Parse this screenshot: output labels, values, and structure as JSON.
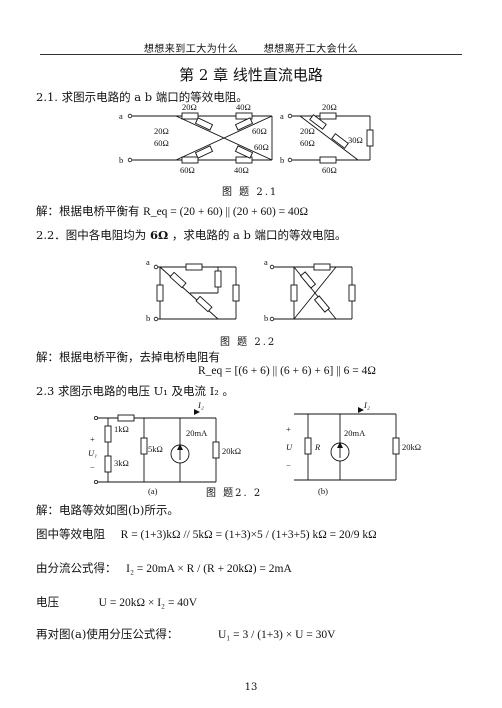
{
  "header": {
    "left": "想想来到工大为什么",
    "right": "想想离开工大会什么"
  },
  "chapter_title": "第 2 章  线性直流电路",
  "p21": {
    "question": "2.1. 求图示电路的 a b 端口的等效电阻。",
    "caption": "图 题 2.1",
    "fig": {
      "a": "a",
      "b": "b",
      "r20a": "20Ω",
      "r40a": "40Ω",
      "r20b": "20Ω",
      "r60a": "60Ω",
      "r80": "60Ω",
      "r60b": "60Ω",
      "r60c": "60Ω",
      "r40b": "40Ω",
      "s20a": "20Ω",
      "s20b": "20Ω",
      "s60a": "60Ω",
      "s30": "30Ω",
      "s60b": "60Ω"
    },
    "answer_prefix": "解：根据电桥平衡有",
    "answer_formula": "R_eq = (20 + 60) || (20 + 60) = 40Ω"
  },
  "p22": {
    "question_pre": "2.2．图中各电阻均为",
    "question_value": "6Ω",
    "question_post": "，求电路的 a b 端口的等效电阻。",
    "caption": "图 题 2.2",
    "a": "a",
    "b": "b",
    "answer_text": "解：根据电桥平衡，去掉电桥电阻有",
    "answer_formula": "R_eq = [(6 + 6) || (6 + 6) + 6] || 6 = 4Ω"
  },
  "p23": {
    "question": "2.3 求图示电路的电压 U₁ 及电流 I₂ 。",
    "caption": "图  题2. 2",
    "fig_a": {
      "r1": "1kΩ",
      "r3": "3kΩ",
      "r5": "5kΩ",
      "src": "20mA",
      "r20": "20kΩ",
      "i2": "I₂",
      "plus": "+",
      "minus": "−",
      "u1": "U₁",
      "label": "(a)"
    },
    "fig_b": {
      "plus": "+",
      "minus": "−",
      "u": "U",
      "r": "R",
      "src": "20mA",
      "i2": "I₂",
      "r20": "20kΩ",
      "label": "(b)"
    },
    "sol1": "解：电路等效如图(b)所示。",
    "sol2_label": "图中等效电阻",
    "sol2_formula": "R = (1+3)kΩ // 5kΩ = (1+3)×5 / (1+3+5) kΩ = 20/9 kΩ",
    "sol3_label": "由分流公式得：",
    "sol3_formula": "I₂ = 20mA × R / (R + 20kΩ) = 2mA",
    "sol4_label": "电压",
    "sol4_formula": "U = 20kΩ × I₂ = 40V",
    "sol5_label": "再对图(a)使用分压公式得：",
    "sol5_formula": "U₁ = 3 / (1+3) × U = 30V"
  },
  "page_number": "13"
}
